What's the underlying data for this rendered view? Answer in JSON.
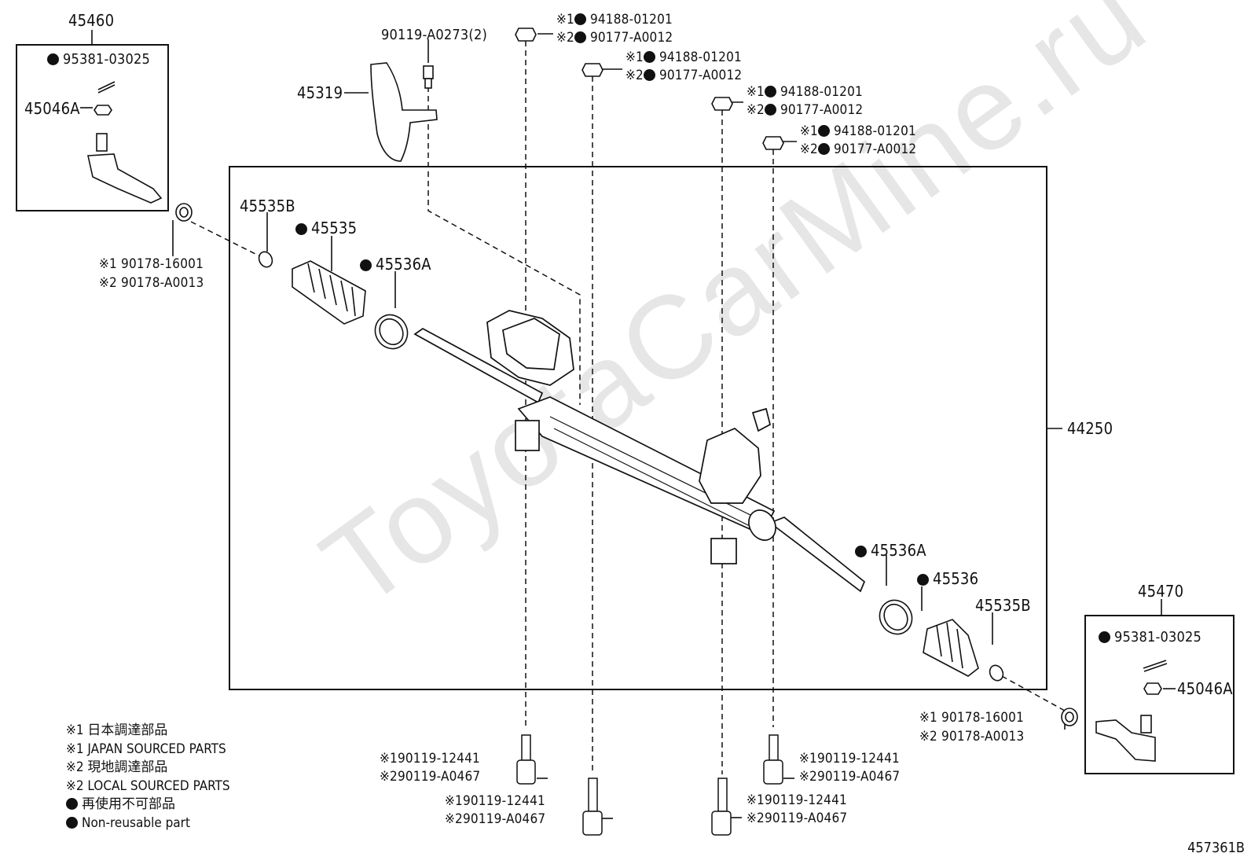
{
  "watermark": "ToyotaCarMine.ru",
  "figure_id": "457361B",
  "assembly": {
    "part": "44250"
  },
  "left_tie_rod": {
    "box_part": "45460",
    "cotter_pin": "95381-03025",
    "nut": "45046A",
    "nut_j": "90178-16001",
    "nut_l": "90178-A0013",
    "nut_j_prefix": "※1",
    "nut_l_prefix": "※2"
  },
  "right_tie_rod": {
    "box_part": "45470",
    "cotter_pin": "95381-03025",
    "nut": "45046A",
    "nut_j": "90178-16001",
    "nut_l": "90178-A0013",
    "nut_j_prefix": "※1",
    "nut_l_prefix": "※2"
  },
  "bracket": {
    "part": "45319",
    "bolt": "90119-A0273(2)"
  },
  "left_boot": {
    "clip": "45535B",
    "boot": "45535",
    "clamp": "45536A"
  },
  "right_boot": {
    "clip": "45535B",
    "boot": "45536",
    "clamp": "45536A"
  },
  "top_nuts": [
    {
      "j_prefix": "※1",
      "j": "94188-01201",
      "l_prefix": "※2",
      "l": "90177-A0012"
    },
    {
      "j_prefix": "※1",
      "j": "94188-01201",
      "l_prefix": "※2",
      "l": "90177-A0012"
    },
    {
      "j_prefix": "※1",
      "j": "94188-01201",
      "l_prefix": "※2",
      "l": "90177-A0012"
    },
    {
      "j_prefix": "※1",
      "j": "94188-01201",
      "l_prefix": "※2",
      "l": "90177-A0012"
    }
  ],
  "bottom_bolts": [
    {
      "j_prefix": "※1",
      "j": "90119-12441",
      "l_prefix": "※2",
      "l": "90119-A0467"
    },
    {
      "j_prefix": "※1",
      "j": "90119-12441",
      "l_prefix": "※2",
      "l": "90119-A0467"
    },
    {
      "j_prefix": "※1",
      "j": "90119-12441",
      "l_prefix": "※2",
      "l": "90119-A0467"
    },
    {
      "j_prefix": "※1",
      "j": "90119-12441",
      "l_prefix": "※2",
      "l": "90119-A0467"
    }
  ],
  "legend": [
    "※1 日本調達部品",
    "※1 JAPAN SOURCED PARTS",
    "※2 現地調達部品",
    "※2 LOCAL SOURCED PARTS",
    "再使用不可部品",
    "Non-reusable part"
  ]
}
